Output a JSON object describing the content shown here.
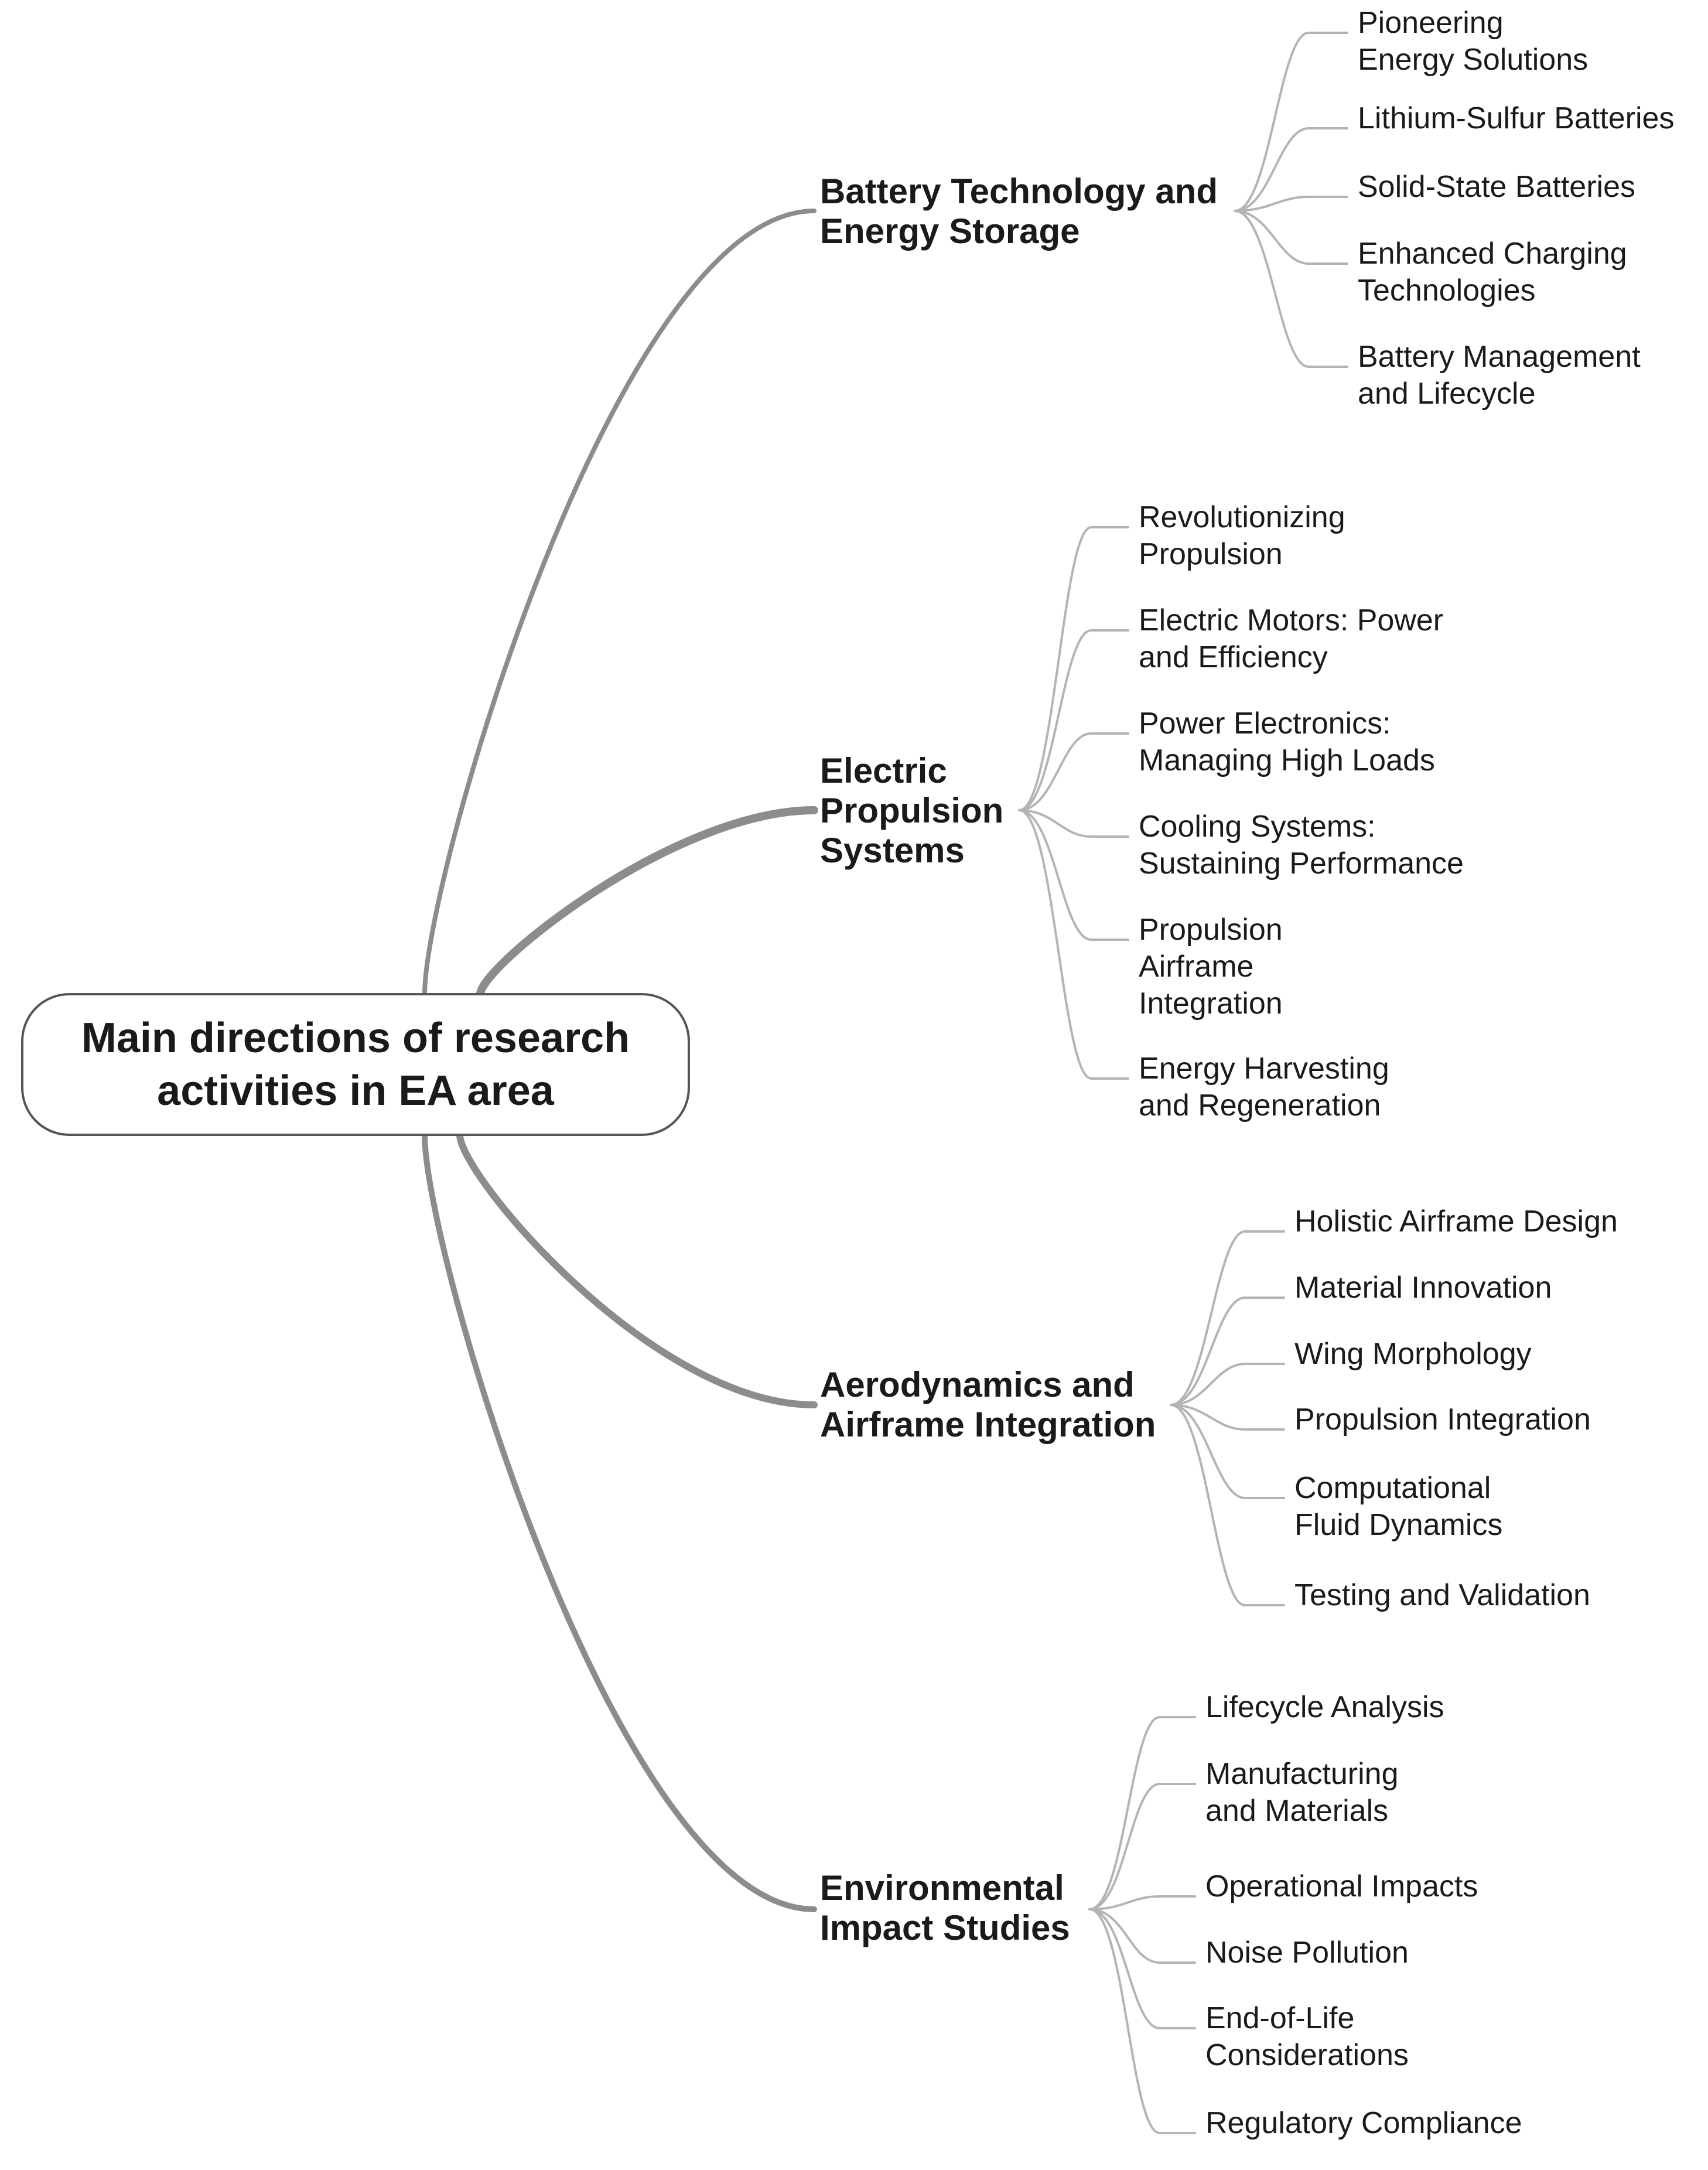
{
  "colors": {
    "background": "#ffffff",
    "text": "#1a1a1a",
    "main_connector": "#8c8c8c",
    "leaf_connector": "#b4b4b4",
    "root_border": "#555555"
  },
  "root": {
    "lines": [
      "Main directions of research",
      "activities in EA area"
    ]
  },
  "branches": [
    {
      "lines": [
        "Battery Technology and",
        "Energy Storage"
      ],
      "children": [
        {
          "lines": [
            "Pioneering",
            "Energy Solutions"
          ]
        },
        {
          "lines": [
            "Lithium-Sulfur Batteries"
          ]
        },
        {
          "lines": [
            "Solid-State Batteries"
          ]
        },
        {
          "lines": [
            "Enhanced Charging",
            "Technologies"
          ]
        },
        {
          "lines": [
            "Battery Management",
            "and Lifecycle"
          ]
        }
      ]
    },
    {
      "lines": [
        "Electric",
        "Propulsion",
        "Systems"
      ],
      "children": [
        {
          "lines": [
            "Revolutionizing",
            "Propulsion"
          ]
        },
        {
          "lines": [
            "Electric Motors: Power",
            "and Efficiency"
          ]
        },
        {
          "lines": [
            "Power Electronics:",
            "Managing High Loads"
          ]
        },
        {
          "lines": [
            "Cooling Systems:",
            "Sustaining Performance"
          ]
        },
        {
          "lines": [
            "Propulsion",
            "Airframe",
            "Integration"
          ]
        },
        {
          "lines": [
            "Energy Harvesting",
            "and Regeneration"
          ]
        }
      ]
    },
    {
      "lines": [
        "Aerodynamics and",
        "Airframe Integration"
      ],
      "children": [
        {
          "lines": [
            "Holistic Airframe Design"
          ]
        },
        {
          "lines": [
            "Material Innovation"
          ]
        },
        {
          "lines": [
            "Wing Morphology"
          ]
        },
        {
          "lines": [
            "Propulsion Integration"
          ]
        },
        {
          "lines": [
            "Computational",
            "Fluid Dynamics"
          ]
        },
        {
          "lines": [
            "Testing and Validation"
          ]
        }
      ]
    },
    {
      "lines": [
        "Environmental",
        "Impact Studies"
      ],
      "children": [
        {
          "lines": [
            "Lifecycle Analysis"
          ]
        },
        {
          "lines": [
            "Manufacturing",
            "and Materials"
          ]
        },
        {
          "lines": [
            "Operational Impacts"
          ]
        },
        {
          "lines": [
            "Noise Pollution"
          ]
        },
        {
          "lines": [
            "End-of-Life",
            "Considerations"
          ]
        },
        {
          "lines": [
            "Regulatory Compliance"
          ]
        }
      ]
    }
  ]
}
